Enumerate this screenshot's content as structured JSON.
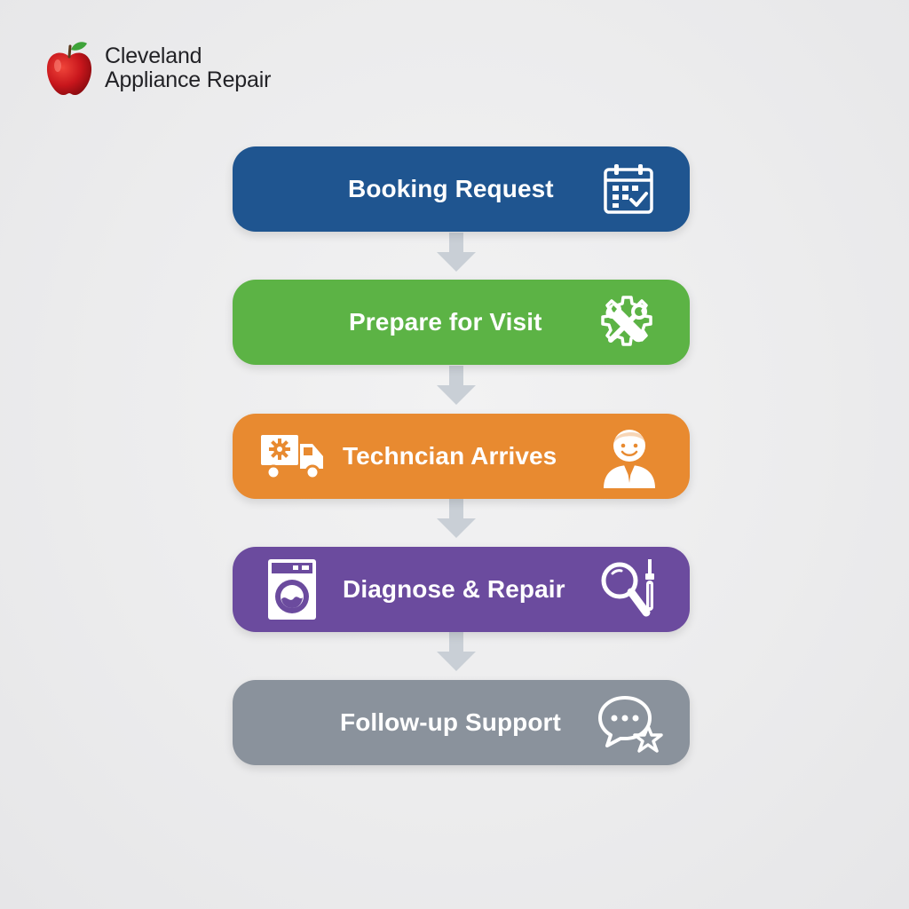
{
  "brand": {
    "line1": "Cleveland",
    "line2": "Appliance Repair",
    "logo_icon": "apple-icon"
  },
  "steps": [
    {
      "label": "Booking Request",
      "color": "#1f5590",
      "icon": "calendar-check-icon"
    },
    {
      "label": "Prepare for Visit",
      "color": "#5cb345",
      "icon": "wrench-gear-icon"
    },
    {
      "label": "Techncian Arrives",
      "color": "#e88a30",
      "icon": "technician-icon",
      "left_icon": "delivery-truck-icon"
    },
    {
      "label": "Diagnose & Repair",
      "color": "#6b4b9e",
      "icon": "magnifier-screwdriver-icon",
      "left_icon": "washing-machine-icon"
    },
    {
      "label": "Follow-up Support",
      "color": "#8a929c",
      "icon": "chat-star-icon"
    }
  ],
  "connector_color": "#c9cfd6"
}
